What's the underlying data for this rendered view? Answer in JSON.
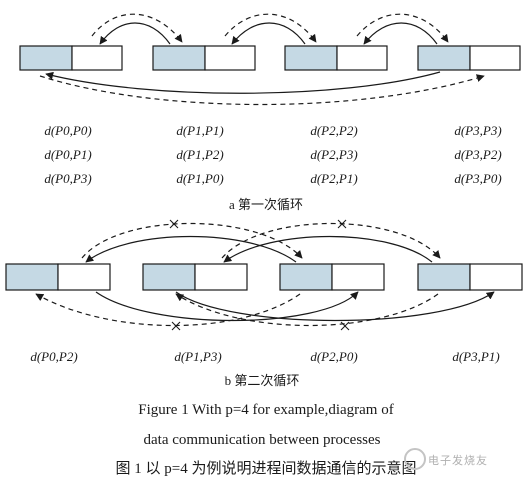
{
  "panel_a": {
    "labels": [
      [
        "d(P0,P0)",
        "d(P1,P1)",
        "d(P2,P2)",
        "d(P3,P3)"
      ],
      [
        "d(P0,P1)",
        "d(P1,P2)",
        "d(P2,P3)",
        "d(P3,P2)"
      ],
      [
        "d(P0,P3)",
        "d(P1,P0)",
        "d(P2,P1)",
        "d(P3,P0)"
      ]
    ],
    "caption": "a 第一次循环"
  },
  "panel_b": {
    "labels": [
      "d(P0,P2)",
      "d(P1,P3)",
      "d(P2,P0)",
      "d(P3,P1)"
    ],
    "caption": "b 第二次循环"
  },
  "figure_caption": {
    "en_line1": "Figure 1   With p=4 for example,diagram of",
    "en_line2": "data communication between processes",
    "zh": "图 1   以 p=4 为例说明进程间数据通信的示意图"
  },
  "watermark": "电子发烧友",
  "colors": {
    "cell_fill": "#c5d9e4",
    "stroke": "#1a1a1a"
  }
}
